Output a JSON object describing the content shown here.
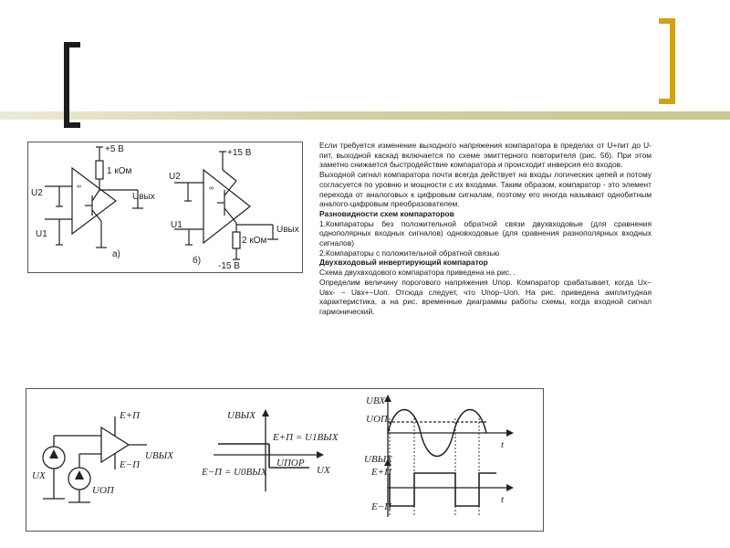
{
  "fig1": {
    "a": {
      "supply": "+5 В",
      "resistor": "1 кОм",
      "u2": "U2",
      "u1": "U1",
      "uout": "Uвых",
      "marker": "∞",
      "caption": "а)"
    },
    "b": {
      "supply_pos": "+15 В",
      "supply_neg": "-15 В",
      "resistor": "2 кОм",
      "u2": "U2",
      "u1": "U1",
      "uout": "Uвых",
      "marker": "∞",
      "caption": "б)"
    }
  },
  "text": {
    "p1": "Если требуется изменение выходного напряжения компаратора в пределах от U+пит до U-пит, выходной каскад включается по схеме эмиттерного повторителя (рис. 5б). При этом заметно снижается быстродействие компаратора и происходит инверсия его входов.",
    "p2": "Выходной сигнал компаратора почти всегда действует на входы логических цепей и потому согласуется по уровню и мощности с их входами. Таким образом, компаратор - это элемент перехода от аналоговых к цифровым сигналам, поэтому его иногда называют однобитным аналого-цифровым преобразователем.",
    "h1": "Разновидности схем компараторов",
    "p3": "1.Компараторы без положительной обратной связи двухвходовые (для сравнения однополярных входных сигналов) одновходовые (для сравнения разнополярных входных сигналов)",
    "p4": "2.Компараторы с положительной обратной связью",
    "h2": "Двухвходовый инвертирующий компаратор",
    "p5": "Схема двухвходового компаратора приведена на рис. .",
    "p6": "Определим величину порогового напряжения Uпор. Компаратор срабатывает, когда Uх− Uвх- − Uвх+−Uоп. Отсюда следует, что Uпор−Uоп. На рис. приведена амплитудная характеристика, а на рис. временные диаграммы работы схемы, когда входной сигнал гармонический."
  },
  "fig2": {
    "circuit": {
      "ux": "UX",
      "uop": "UОП",
      "ep_pos": "E+П",
      "ep_neg": "E−П",
      "uout": "UВЫХ"
    },
    "transfer": {
      "y_axis": "UВЫХ",
      "x_axis": "UX",
      "upper": "E+П = U1ВЫХ",
      "lower": "E−П = U0ВЫХ",
      "threshold": "UПОР"
    },
    "timing": {
      "uin": "UВХ",
      "uop": "UОП",
      "uout": "UВЫХ",
      "ep_pos": "E+П",
      "ep_neg": "E−П",
      "t": "t"
    }
  }
}
